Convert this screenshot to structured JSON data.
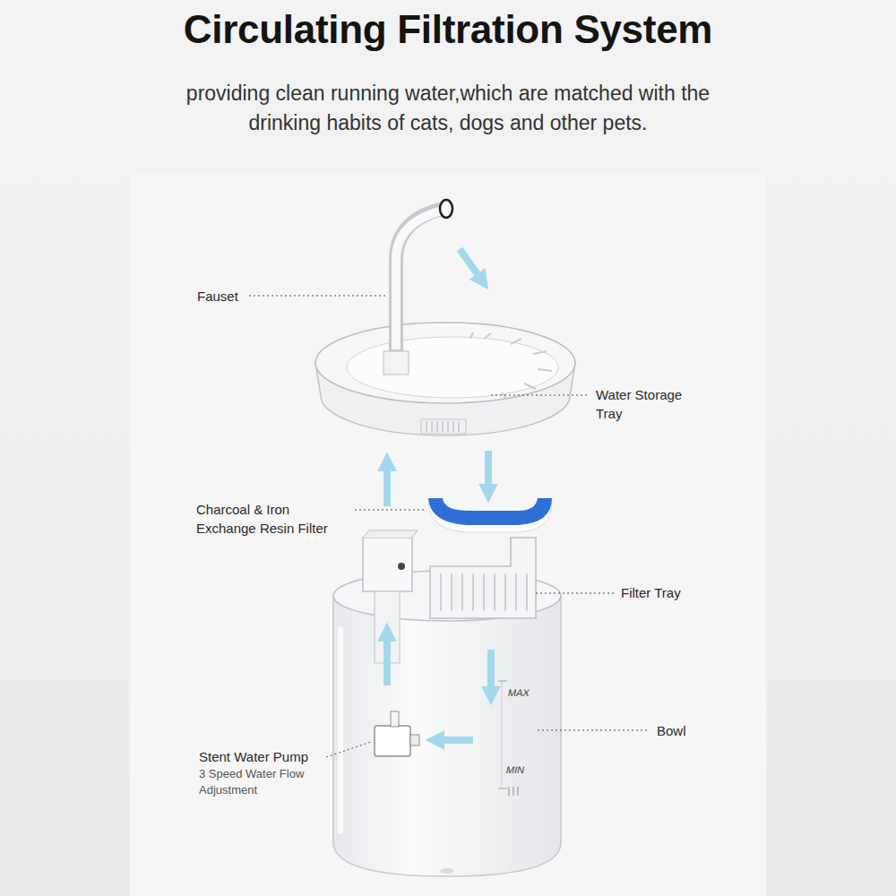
{
  "diagram": {
    "title": "Circulating Filtration System",
    "labels": [
      "providing clean running water,which are matched with the drinking habits of cats, dogs and other pets.",
      "Fauset",
      "Water Storage Tray",
      "Charcoal & Iron Exchange Resin Filter",
      "Filter Tray",
      "MAX",
      "Bowl",
      "Stent Water Pump",
      "3 Speed Water Flow Adjustment",
      "MIN"
    ]
  }
}
